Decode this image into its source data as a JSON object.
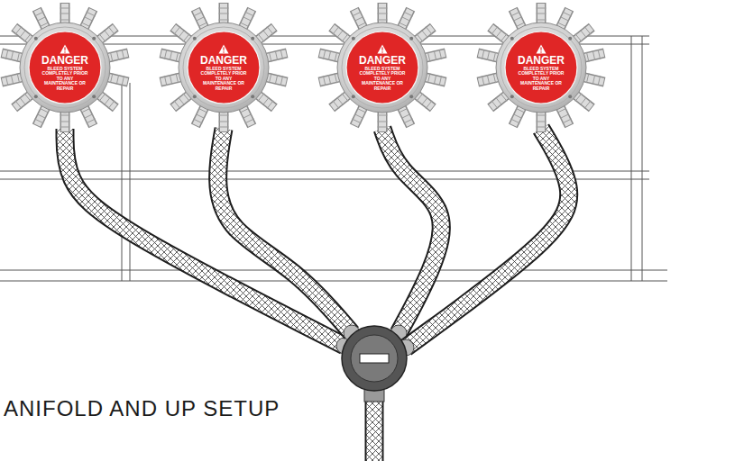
{
  "diagram": {
    "caption": "ANIFOLD AND UP SETUP",
    "nodes": [
      {
        "text": [
          "DANGER",
          "BLEED SYSTEM COMPLETELY PRIOR TO ANY MAINTENANCE OR REPAIR"
        ]
      },
      {
        "text": [
          "DANGER",
          "BLEED SYSTEM COMPLETELY PRIOR TO ANY MAINTENANCE OR REPAIR"
        ]
      },
      {
        "text": [
          "DANGER",
          "BLEED SYSTEM COMPLETELY PRIOR TO ANY MAINTENANCE OR REPAIR"
        ]
      },
      {
        "text": [
          "DANGER",
          "BLEED SYSTEM COMPLETELY PRIOR TO ANY MAINTENANCE OR REPAIR"
        ]
      }
    ]
  }
}
